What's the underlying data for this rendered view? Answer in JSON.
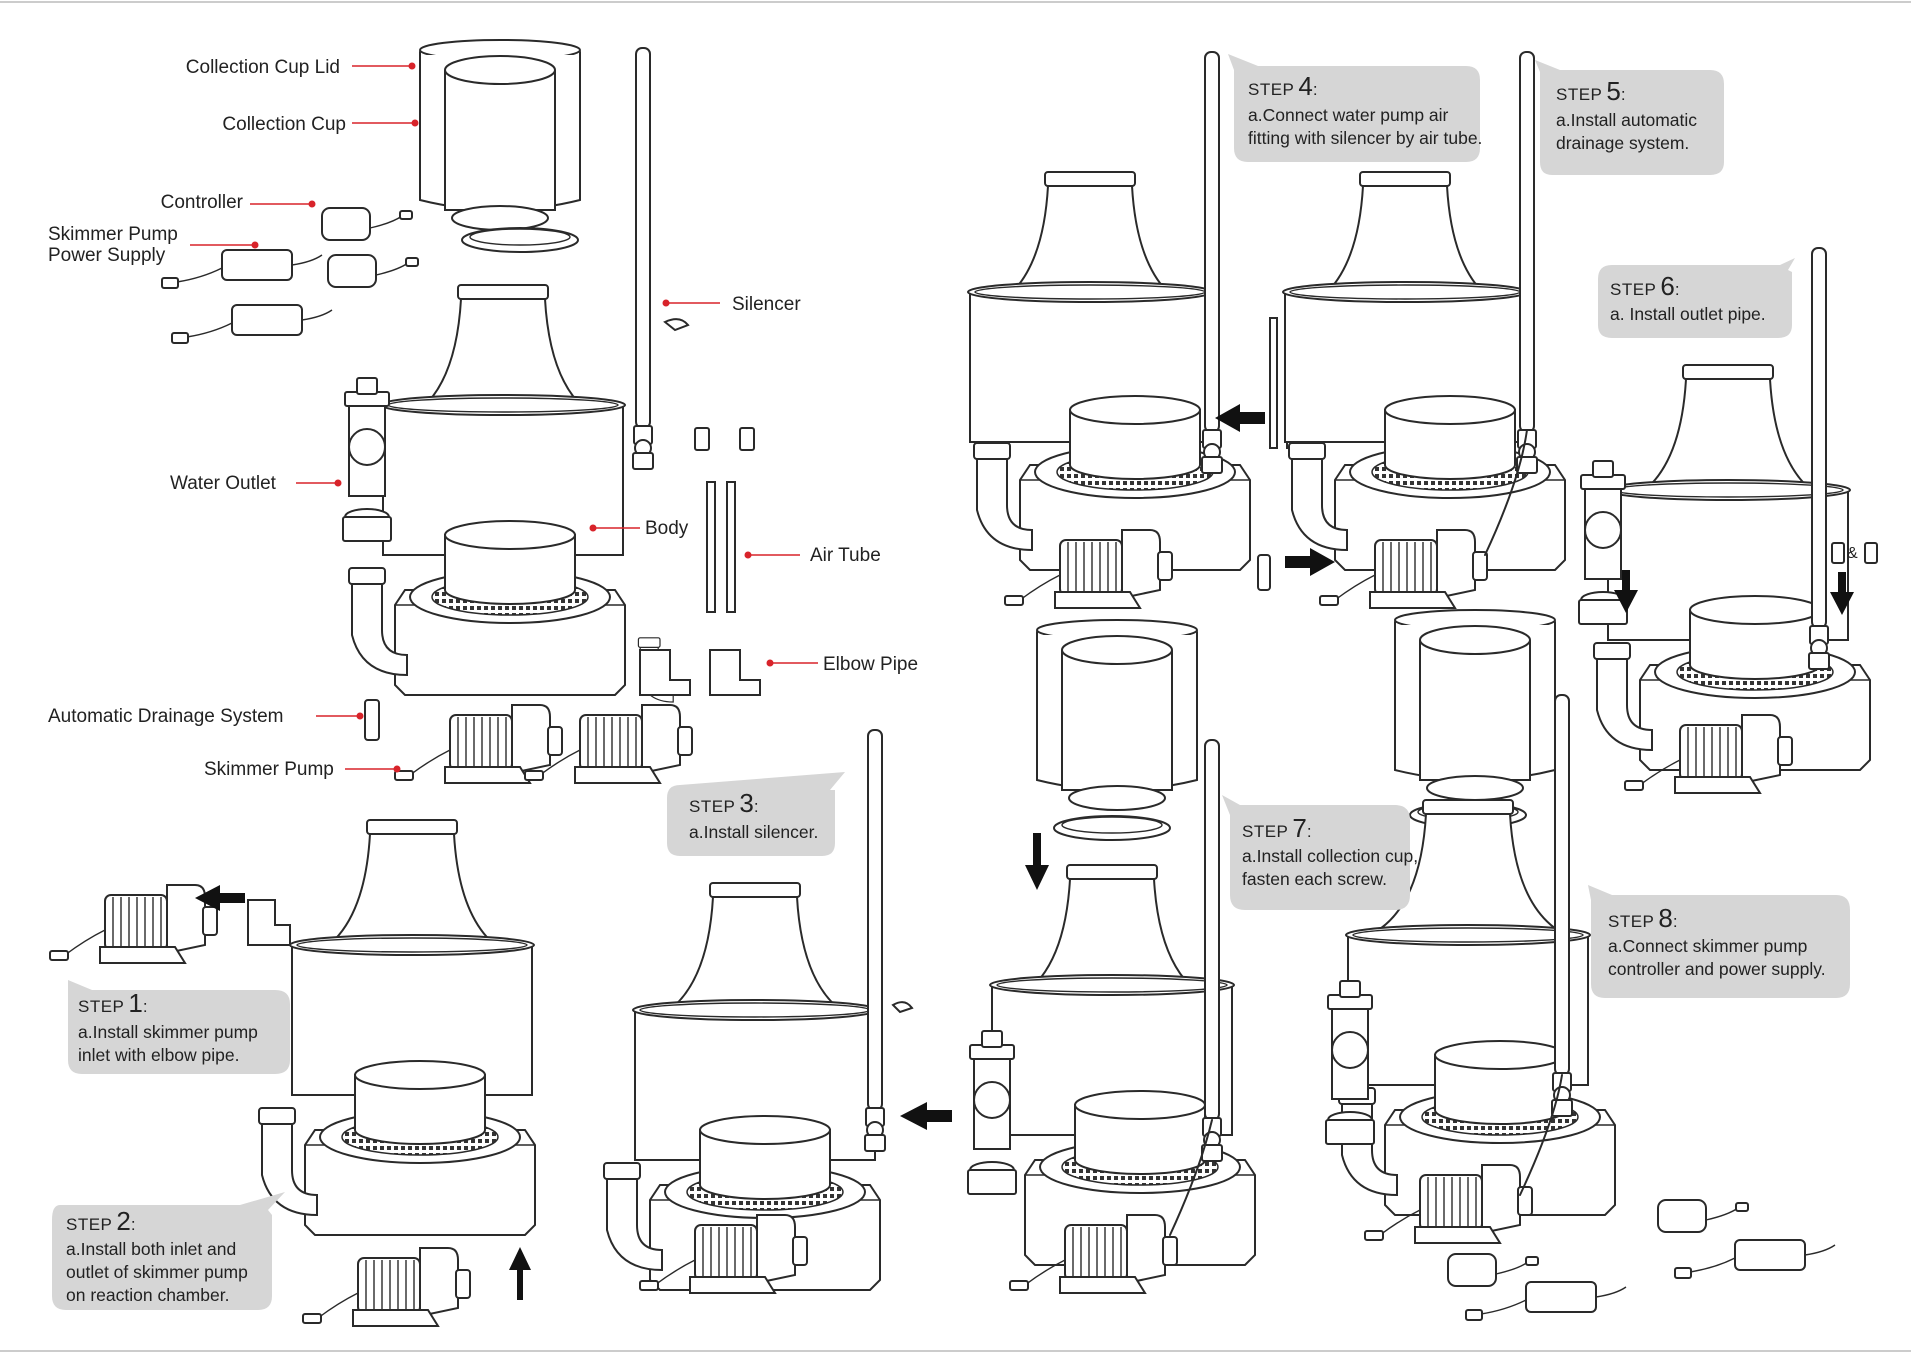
{
  "labels": {
    "collection_cup_lid": "Collection  Cup  Lid",
    "collection_cup": "Collection  Cup",
    "controller": "Controller",
    "skimmer_pump_power_supply_1": "Skimmer  Pump",
    "skimmer_pump_power_supply_2": "Power  Supply",
    "silencer": "Silencer",
    "water_outlet": "Water  Outlet",
    "body": "Body",
    "air_tube": "Air  Tube",
    "elbow_pipe": "Elbow  Pipe",
    "automatic_drainage_system": "Automatic  Drainage  System",
    "skimmer_pump": "Skimmer  Pump"
  },
  "steps": [
    {
      "word": "STEP",
      "num": "1",
      "colon": ":",
      "lines": [
        "a.Install skimmer pump",
        "inlet with elbow pipe."
      ]
    },
    {
      "word": "STEP",
      "num": "2",
      "colon": ":",
      "lines": [
        "a.Install both inlet and",
        "outlet of skimmer pump",
        "on reaction chamber."
      ]
    },
    {
      "word": "STEP",
      "num": "3",
      "colon": ":",
      "lines": [
        "a.Install silencer."
      ]
    },
    {
      "word": "STEP",
      "num": "4",
      "colon": ":",
      "lines": [
        "a.Connect water pump air",
        "fitting with silencer by air tube."
      ]
    },
    {
      "word": "STEP",
      "num": "5",
      "colon": ":",
      "lines": [
        "a.Install automatic",
        "drainage system."
      ]
    },
    {
      "word": "STEP",
      "num": "6",
      "colon": ":",
      "lines": [
        "a. Install outlet pipe."
      ]
    },
    {
      "word": "STEP",
      "num": "7",
      "colon": ":",
      "lines": [
        "a.Install collection cup,",
        "fasten each screw."
      ]
    },
    {
      "word": "STEP",
      "num": "8",
      "colon": ":",
      "lines": [
        "a.Connect skimmer pump",
        "controller and power supply."
      ]
    }
  ],
  "ampersand": "&",
  "colors": {
    "callout_line": "#d8232a",
    "bubble": "#d6d6d6",
    "ink": "#2a2a2a"
  }
}
